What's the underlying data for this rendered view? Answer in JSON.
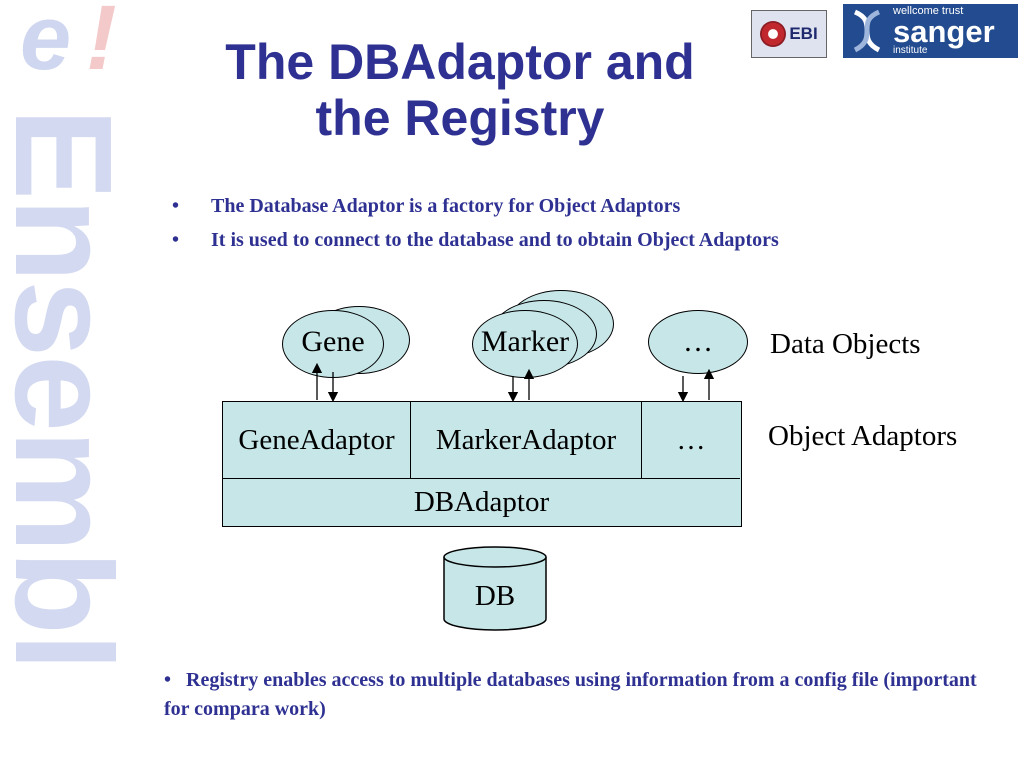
{
  "branding": {
    "mark_letter": "e",
    "mark_punct": "!",
    "wordmark": "Ensembl"
  },
  "title": {
    "line1": "The DBAdaptor and",
    "line2": "the Registry"
  },
  "logos": {
    "ebi_text": "EBI",
    "sanger_top": "wellcome trust",
    "sanger_main": "sanger",
    "sanger_bottom": "institute"
  },
  "bullets": [
    "The Database Adaptor is a factory for Object Adaptors",
    "It is used to connect to the database and to obtain Object Adaptors"
  ],
  "bullet_symbol": "•",
  "diagram": {
    "data_objects": [
      "Gene",
      "Marker",
      "…"
    ],
    "data_objects_label": "Data Objects",
    "object_adaptors": [
      "GeneAdaptor",
      "MarkerAdaptor",
      "…"
    ],
    "object_adaptors_label": "Object Adaptors",
    "db_adaptor": "DBAdaptor",
    "db": "DB"
  },
  "footer": {
    "bullet": "•",
    "text": "Registry enables access to multiple databases using information from a config file (important for compara work)"
  },
  "colors": {
    "title": "#2e3192",
    "box_fill": "#c7e6e8",
    "watermark": "#d3d9f0"
  }
}
